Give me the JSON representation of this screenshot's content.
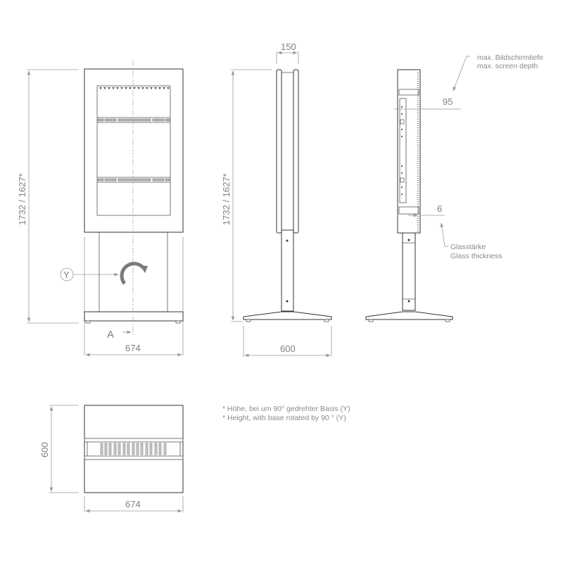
{
  "front_view": {
    "height_dim": "1732 / 1627*",
    "width_dim": "674",
    "section_label": "A",
    "rotation_callout": "Y",
    "icons": [
      "rotate-arrow-icon"
    ]
  },
  "side_view": {
    "height_dim": "1732 / 1627*",
    "depth_top_dim": "150",
    "base_width_dim": "600"
  },
  "section_view": {
    "screen_depth_dim": "95",
    "screen_depth_label_de": "max. Bildschirmtiefe",
    "screen_depth_label_en": "max. screen depth",
    "glass_dim": "6",
    "glass_label_de": "Glasstärke",
    "glass_label_en": "Glass thickness"
  },
  "top_view": {
    "depth_dim": "600",
    "width_dim": "674"
  },
  "footnote": {
    "line_de": "* Höhe, bei um 90° gedrehter Basis (Y)",
    "line_en": "* Height, with base rotated by 90 ° (Y)"
  },
  "colors": {
    "outline": "#333333",
    "dimension": "#9a9a9a",
    "text": "#808080",
    "rotate_arrow": "#7a7a7a"
  }
}
